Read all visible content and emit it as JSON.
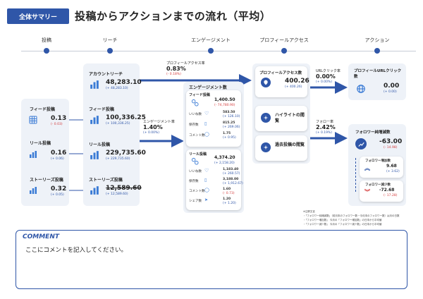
{
  "header": {
    "tag": "全体サマリー",
    "title": "投稿からアクションまでの流れ（平均）"
  },
  "stages": [
    "投稿",
    "リーチ",
    "エンゲージメント",
    "プロフィールアクセス",
    "アクション"
  ],
  "posts": {
    "feed": {
      "label": "フィード投稿",
      "value": "0.13",
      "change": "(- 0.03)"
    },
    "reel": {
      "label": "リール投稿",
      "value": "0.16",
      "change": "(+ 0.06)"
    },
    "story": {
      "label": "ストーリーズ投稿",
      "value": "0.32",
      "change": "(+ 0.05)"
    }
  },
  "reach": {
    "account": {
      "label": "アカウントリーチ",
      "value": "48,283.10",
      "change": "(+ 48,283.10)"
    },
    "feed": {
      "label": "フィード投稿",
      "value": "100,336.25",
      "change": "(+ 100,336.25)"
    },
    "reel": {
      "label": "リール投稿",
      "value": "229,735.60",
      "change": "(+ 229,735.60)"
    },
    "story": {
      "label": "ストーリーズ投稿",
      "value": "12,589.60",
      "change": "(+ 12,589.60)"
    }
  },
  "arrows": {
    "profile_rate": {
      "label": "プロフィールアクセス率",
      "value": "0.83%",
      "change": "(- 0.18%)"
    },
    "engagement_rate": {
      "label": "エンゲージメント率",
      "value": "1.40%",
      "change": "(+ 0.00%)"
    },
    "url_rate": {
      "label": "URLクリック率",
      "value": "0.00%",
      "change": "(+ 0.00%)"
    },
    "follow_rate": {
      "label": "フォロー率",
      "value": "2.42%",
      "change": "(+ 0.19%)"
    }
  },
  "engagement": {
    "title": "エンゲージメント数",
    "feed": {
      "label": "フィード投稿",
      "value": "1,400.50",
      "change": "(- 74,780.90)",
      "rows": [
        {
          "label": "いいね数",
          "value": "583.50",
          "change": "(+ 126.10)"
        },
        {
          "label": "保存数",
          "value": "815.25",
          "change": "(+ 269.06)"
        },
        {
          "label": "コメント数",
          "value": "1.75",
          "change": "(+ 0.95)"
        }
      ]
    },
    "reel": {
      "label": "リール投稿",
      "value": "4,374.20",
      "change": "(+ 2,158.20)",
      "rows": [
        {
          "label": "いいね数",
          "value": "1,183.40",
          "change": "(+ 260.57)"
        },
        {
          "label": "保存数",
          "value": "3,188.00",
          "change": "(+ 1,912.67)"
        },
        {
          "label": "コメント数",
          "value": "1.60",
          "change": "(- 0.73)"
        },
        {
          "label": "シェア数",
          "value": "1.20",
          "change": "(+ 1.20)"
        }
      ]
    }
  },
  "profile": {
    "access": {
      "label": "プロフィールアクセス数",
      "value": "400.26",
      "change": "(+ 400.26)"
    },
    "highlight": {
      "label": "ハイライトの閲覧"
    },
    "past": {
      "label": "過去投稿の閲覧"
    }
  },
  "action": {
    "url": {
      "label": "プロフィールURLクリック数",
      "value": "0.00",
      "change": "(+ 0.00)"
    },
    "follow_net": {
      "label": "フォロワー純増減数",
      "value": "-63.00",
      "change": "(- 14.98)"
    },
    "follow_inc": {
      "label": "フォロワー増加数",
      "value": "9.68",
      "change": "(+ 3.62)"
    },
    "follow_dec": {
      "label": "フォロワー減少数",
      "value": "-72.68",
      "change": "(- 17.28)"
    }
  },
  "notes": [
    "※注釈文言",
    "・「フォロワー純増減数」（前月末のフォロワー数－今月末のフォロワー数）は月の日数",
    "・「フォロワー増加数」 今月の「フォロワー増加数」の日末から平均値",
    "・「フォロワー減少数」 今月の「フォロワー減少数」の日末から平均値"
  ],
  "comment": {
    "heading": "COMMENT",
    "text": "ここにコメントを記入してください。"
  },
  "colors": {
    "accent": "#2f56a8",
    "negative": "#d43b3b",
    "group_bg": "#eef2f8"
  }
}
